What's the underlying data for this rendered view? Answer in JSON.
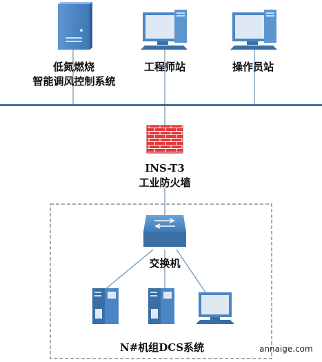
{
  "diagram": {
    "nodes": {
      "low_nox_server": {
        "label_line1": "低氮燃烧",
        "label_line2": "智能调风控制系统",
        "icon": "server-tower-icon"
      },
      "engineer_station": {
        "label": "工程师站",
        "icon": "desktop-computer-icon"
      },
      "operator_station": {
        "label": "操作员站",
        "icon": "desktop-computer-icon"
      },
      "firewall": {
        "label_line1": "INS-T3",
        "label_line2": "工业防火墙",
        "icon": "firewall-brick-icon"
      },
      "switch": {
        "label": "交换机",
        "icon": "network-switch-icon"
      },
      "dcs_server_1": {
        "icon": "server-rack-icon"
      },
      "dcs_server_2": {
        "icon": "server-rack-icon"
      },
      "dcs_workstation": {
        "icon": "desktop-computer-icon"
      }
    },
    "group_label": "N#机组DCS系统",
    "colors": {
      "blue_dark": "#3a6fa5",
      "blue_main": "#4a86c5",
      "blue_light": "#6fa3d8",
      "screen": "#2f5f93",
      "firewall_red": "#e2393b",
      "line": "#6a8fb5",
      "bus": "#3f6f9e"
    }
  },
  "watermark": "annaige.com"
}
